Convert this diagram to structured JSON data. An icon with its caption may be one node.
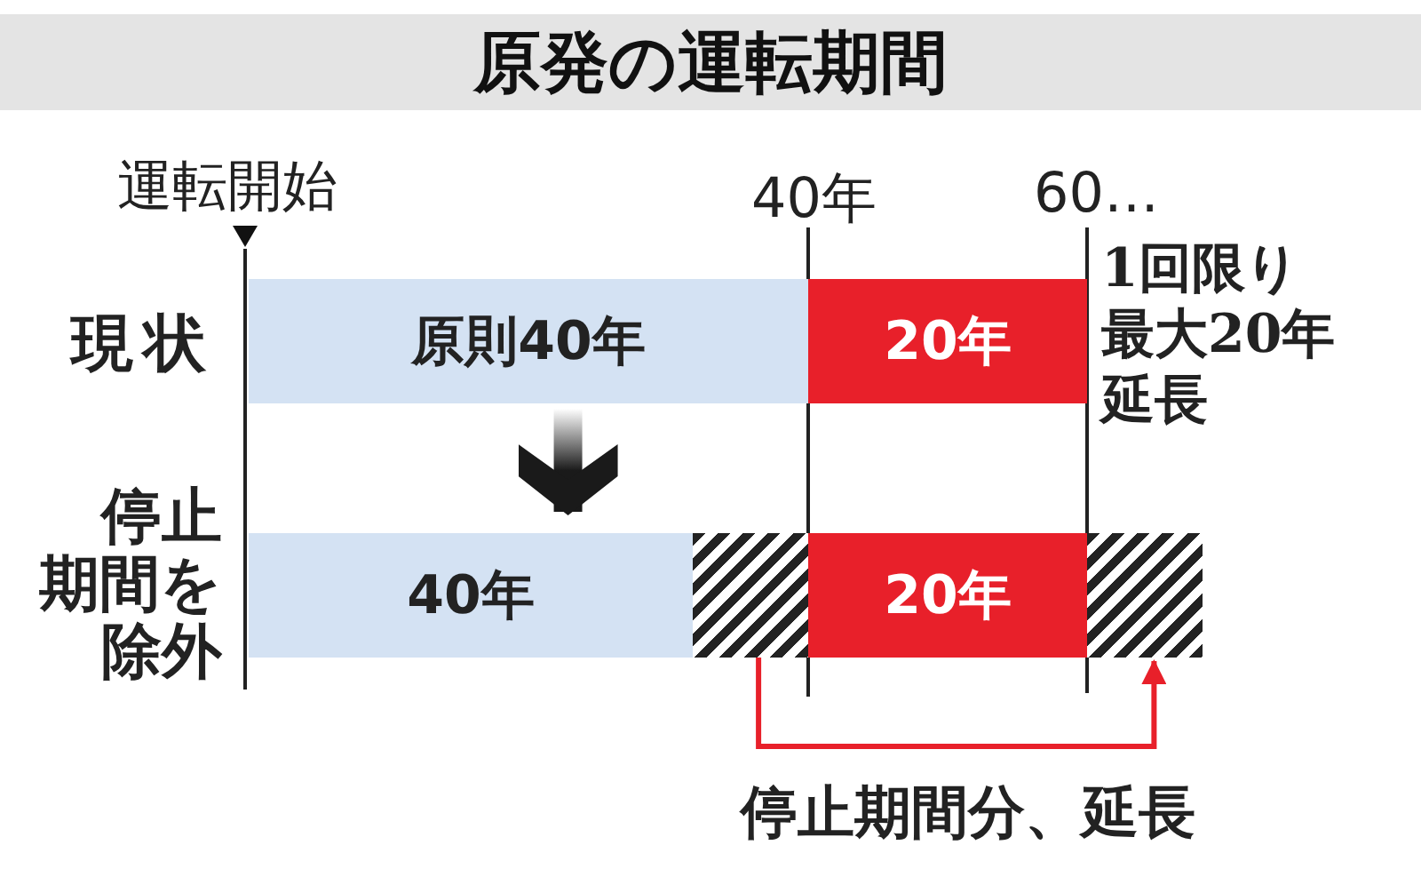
{
  "diagram": {
    "title": "原発の運転期間",
    "nodes": [
      {
        "text": [
          "原則40年"
        ]
      },
      {
        "text": [
          "20年"
        ],
        "beside": [
          "1回限り最大20年延長"
        ]
      },
      {
        "text": [
          "40年"
        ]
      },
      {
        "text": [],
        "shape": "bar"
      },
      {
        "text": [
          "20年"
        ]
      },
      {
        "text": [],
        "shape": "bar"
      }
    ],
    "edges": [
      {
        "from": 0,
        "to": 2,
        "arrow": "to",
        "style": "thick"
      },
      {
        "from": 3,
        "to": 5,
        "arrow": "to",
        "color": "#e8202a",
        "label": "停止期間分、延長"
      }
    ],
    "labels": [
      "運転開始",
      "40年",
      "60…",
      "現状",
      "停止期間を除外"
    ]
  }
}
